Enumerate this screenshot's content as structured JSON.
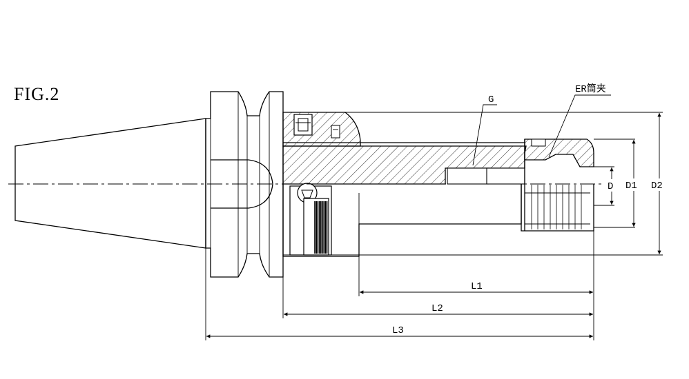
{
  "figure_label": "FIG.2",
  "labels": {
    "g": "G",
    "er_collet": "ER筒夹",
    "d": "D",
    "d1": "D1",
    "d2": "D2",
    "l1": "L1",
    "l2": "L2",
    "l3": "L3"
  }
}
